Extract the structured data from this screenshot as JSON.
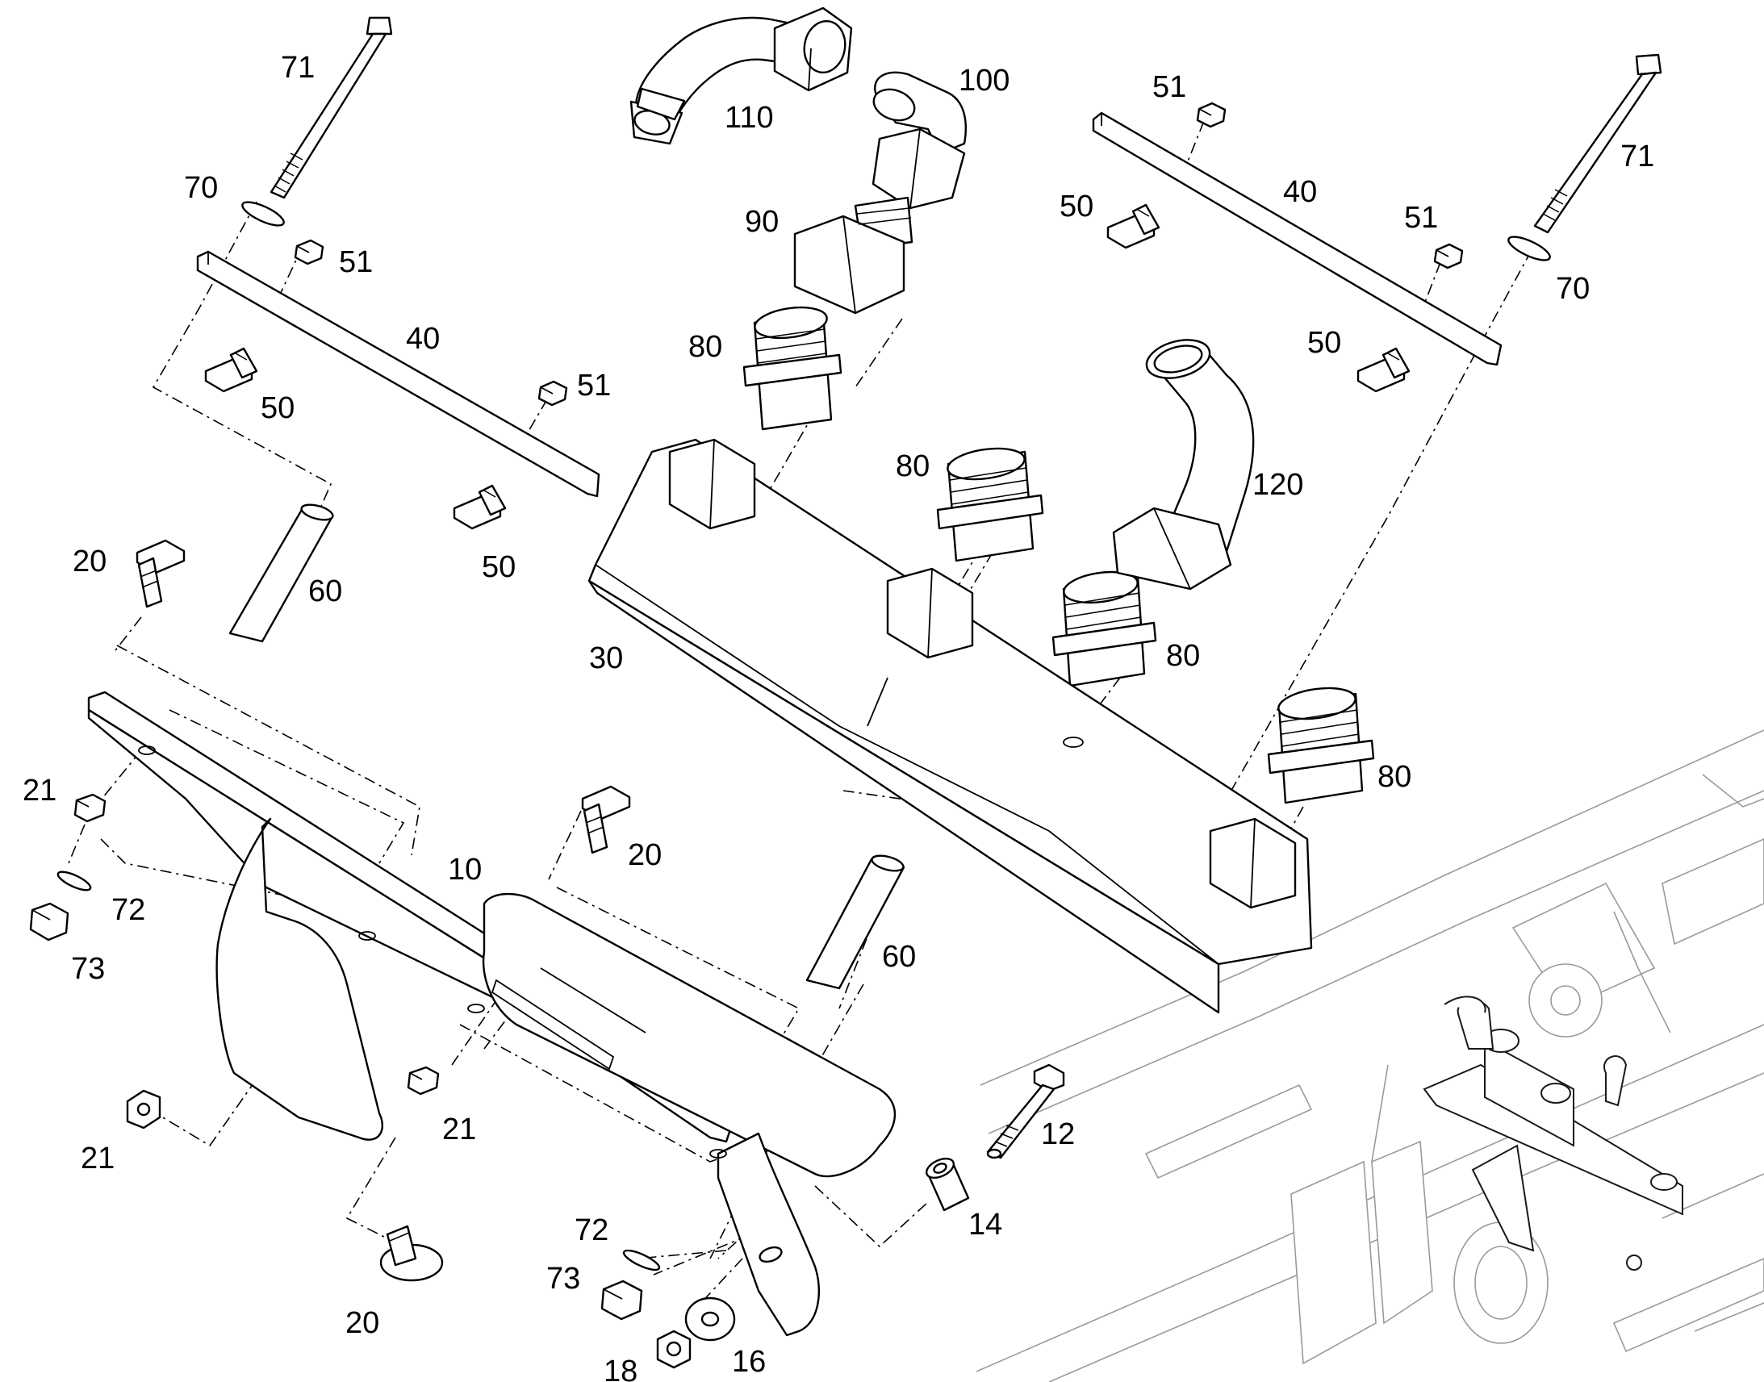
{
  "labels": {
    "p71a": "71",
    "p70a": "70",
    "p51a": "51",
    "p40a": "40",
    "p50a": "50",
    "p51b": "51",
    "p50b": "50",
    "p110": "110",
    "p100": "100",
    "p90": "90",
    "p80a": "80",
    "p80b": "80",
    "p80c": "80",
    "p80d": "80",
    "p120": "120",
    "p51c": "51",
    "p50c": "50",
    "p40b": "40",
    "p51d": "51",
    "p50d": "50",
    "p71b": "71",
    "p70b": "70",
    "p20a": "20",
    "p60a": "60",
    "p30": "30",
    "p21a": "21",
    "p72a": "72",
    "p73a": "73",
    "p10": "10",
    "p20b": "20",
    "p60b": "60",
    "p21b": "21",
    "p21c": "21",
    "p20c": "20",
    "p12": "12",
    "p14": "14",
    "p72b": "72",
    "p73b": "73",
    "p16": "16",
    "p18": "18"
  }
}
